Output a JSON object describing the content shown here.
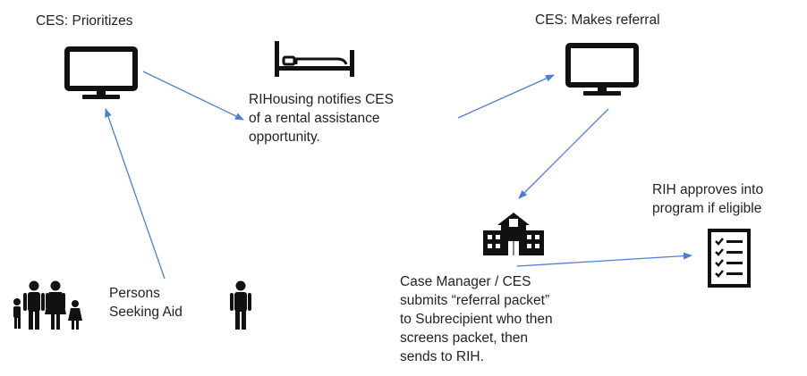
{
  "nodes": {
    "ces_prioritizes": {
      "label": "CES: Prioritizes",
      "icon": "monitor-icon"
    },
    "rihousing_notifies": {
      "label": "RIHousing notifies CES\nof a rental assistance\nopportunity.",
      "icon": "bed-icon"
    },
    "ces_makes_referral": {
      "label": "CES: Makes referral",
      "icon": "monitor-icon"
    },
    "case_manager": {
      "label": "Case Manager / CES\nsubmits “referral packet”\nto Subrecipient who then\nscreens packet, then\nsends to RIH.",
      "icon": "school-building-icon"
    },
    "rih_approves": {
      "label": "RIH approves into\nprogram if eligible",
      "icon": "checklist-icon"
    },
    "persons_seeking_aid": {
      "label": "Persons\nSeeking Aid",
      "icon": "family-icon"
    }
  },
  "colors": {
    "arrow": "#4a7fd4",
    "icon": "#111111",
    "text": "#222222"
  }
}
